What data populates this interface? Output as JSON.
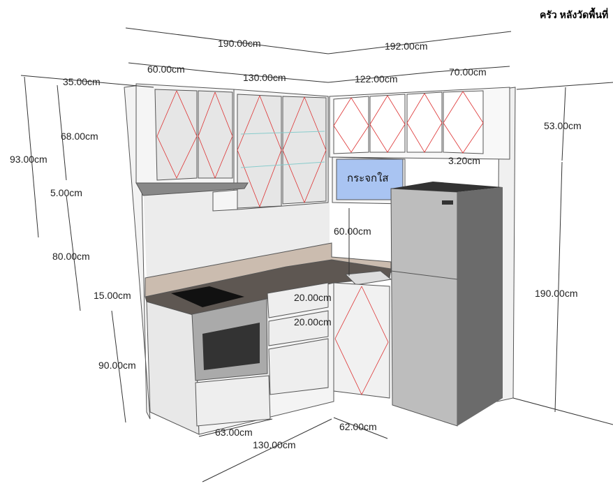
{
  "title": "ครัว หลังวัดพื้นที่",
  "glass_label": "กระจกใส",
  "dimensions": {
    "top_left_total": "190.00cm",
    "top_right_total": "192.00cm",
    "upper_left_a": "60.00cm",
    "upper_left_b": "130.00cm",
    "upper_right_a": "122.00cm",
    "upper_right_b": "70.00cm",
    "upper_depth": "35.00cm",
    "upper_height": "68.00cm",
    "total_upper": "93.00cm",
    "hood_gap": "5.00cm",
    "right_upper_height": "53.00cm",
    "glass_gap": "3.20cm",
    "backsplash_height": "80.00cm",
    "glass_to_counter": "60.00cm",
    "counter_step": "15.00cm",
    "drawer_1": "20.00cm",
    "drawer_2": "20.00cm",
    "base_height": "90.00cm",
    "fridge_height": "190.00cm",
    "base_depth_left": "63.00cm",
    "base_depth_right": "62.00cm",
    "base_width": "130.00cm"
  },
  "colors": {
    "glass": "#a9c4f2",
    "fridge_side": "#6b6b6b",
    "counter": "#c9b8ab",
    "red_line": "#dd3333"
  }
}
